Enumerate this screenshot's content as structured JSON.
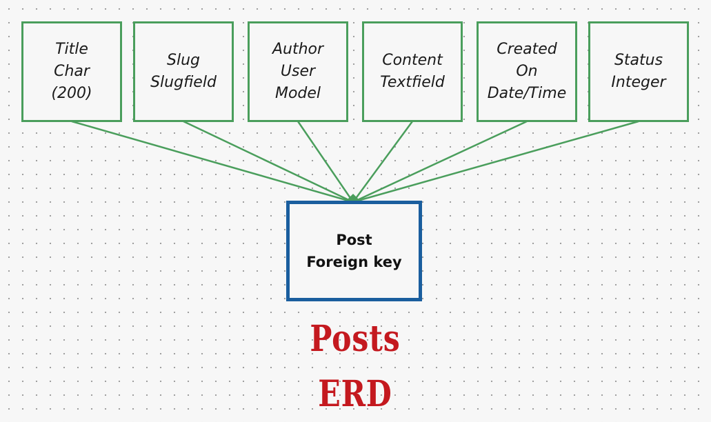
{
  "diagram": {
    "title": "Posts ERD",
    "fields": [
      {
        "lines": [
          "Title",
          "Char",
          "(200)"
        ]
      },
      {
        "lines": [
          "Slug",
          "Slugfield"
        ]
      },
      {
        "lines": [
          "Author",
          "User",
          "Model"
        ]
      },
      {
        "lines": [
          "Content",
          "Textfield"
        ]
      },
      {
        "lines": [
          "Created",
          "On",
          "Date/Time"
        ]
      },
      {
        "lines": [
          "Status",
          "Integer"
        ]
      }
    ],
    "main_entity": {
      "lines": [
        "Post",
        "Foreign key"
      ]
    },
    "colors": {
      "field_border": "#4a9e5c",
      "connector": "#4a9e5c",
      "main_border": "#1a5e9e",
      "title": "#c4191f"
    }
  }
}
